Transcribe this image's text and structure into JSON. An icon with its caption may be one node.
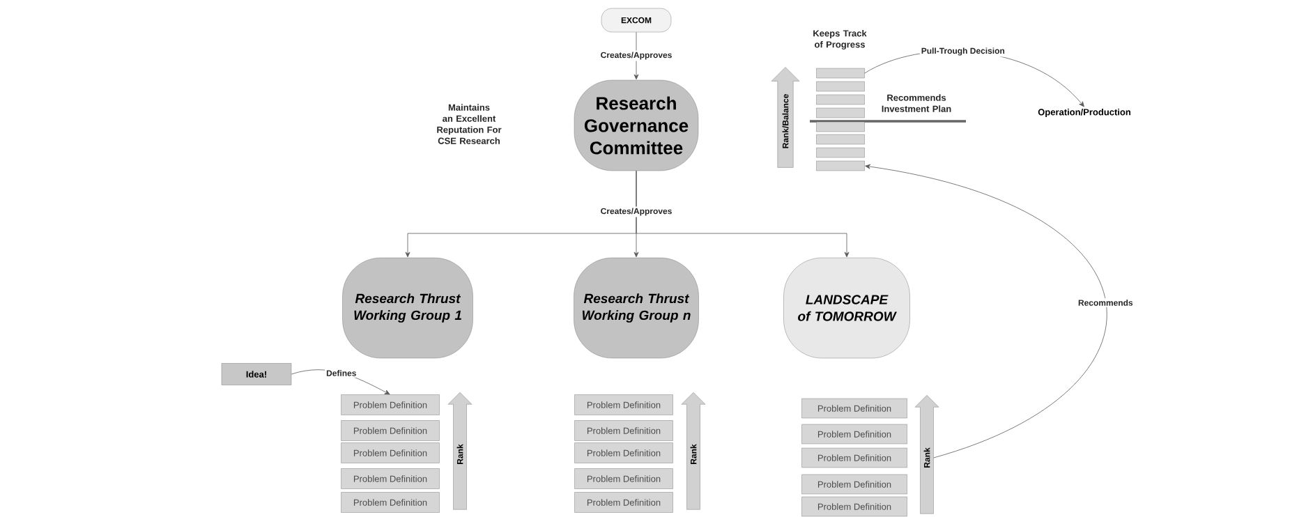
{
  "diagram": {
    "nodes": [
      {
        "text": [
          "EXCOM"
        ]
      },
      {
        "text": [
          "Rank/Balance"
        ]
      },
      {
        "text": [],
        "shape": "bar"
      },
      {
        "text": [],
        "shape": "bar"
      },
      {
        "text": [],
        "shape": "bar"
      },
      {
        "text": [],
        "shape": "bar"
      },
      {
        "text": [],
        "shape": "bar"
      },
      {
        "text": [],
        "shape": "bar"
      },
      {
        "text": [],
        "shape": "bar"
      },
      {
        "text": [],
        "shape": "bar"
      },
      {
        "text": [
          "Operation/Production"
        ]
      },
      {
        "text": [
          "Research Governance Committee"
        ]
      },
      {
        "text": [
          "Research Thrust Working Group 1"
        ]
      },
      {
        "text": [
          "Research Thrust Working Group n"
        ]
      },
      {
        "text": [
          "LANDSCAPE of TOMORROW"
        ]
      },
      {
        "text": [
          "Idea!"
        ]
      },
      {
        "text": [
          "Problem Definition"
        ]
      },
      {
        "text": [
          "Problem Definition"
        ]
      },
      {
        "text": [
          "Problem Definition"
        ]
      },
      {
        "text": [
          "Problem Definition"
        ]
      },
      {
        "text": [
          "Problem Definition"
        ]
      },
      {
        "text": [
          "Rank"
        ]
      },
      {
        "text": [
          "Problem Definition"
        ]
      },
      {
        "text": [
          "Problem Definition"
        ]
      },
      {
        "text": [
          "Problem Definition"
        ]
      },
      {
        "text": [
          "Problem Definition"
        ]
      },
      {
        "text": [
          "Problem Definition"
        ]
      },
      {
        "text": [
          "Rank"
        ]
      },
      {
        "text": [
          "Problem Definition"
        ]
      },
      {
        "text": [
          "Problem Definition"
        ]
      },
      {
        "text": [
          "Problem Definition"
        ]
      },
      {
        "text": [
          "Problem Definition"
        ]
      },
      {
        "text": [
          "Problem Definition"
        ]
      },
      {
        "text": [
          "Rank"
        ]
      }
    ],
    "edges": [
      {
        "from": 0,
        "to": 11,
        "arrow": "to",
        "label": "Creates/Approves"
      },
      {
        "from": 11,
        "to": 12,
        "arrow": "to"
      },
      {
        "from": 11,
        "to": 13,
        "arrow": "to",
        "label": "Creates/Approves"
      },
      {
        "from": 11,
        "to": 14,
        "arrow": "to"
      },
      {
        "from": 2,
        "to": 10,
        "arrow": "to",
        "label": "Pull-Trough Decision"
      },
      {
        "from": 15,
        "to": 16,
        "arrow": "to",
        "label": "Defines"
      },
      {
        "from": 33,
        "to": 9,
        "arrow": "to",
        "label": "Recommends"
      }
    ],
    "labels": [
      "Keeps Track of Progress",
      "Maintains an Excellent Reputation For CSE Research",
      "Recommends Investment Plan"
    ]
  }
}
